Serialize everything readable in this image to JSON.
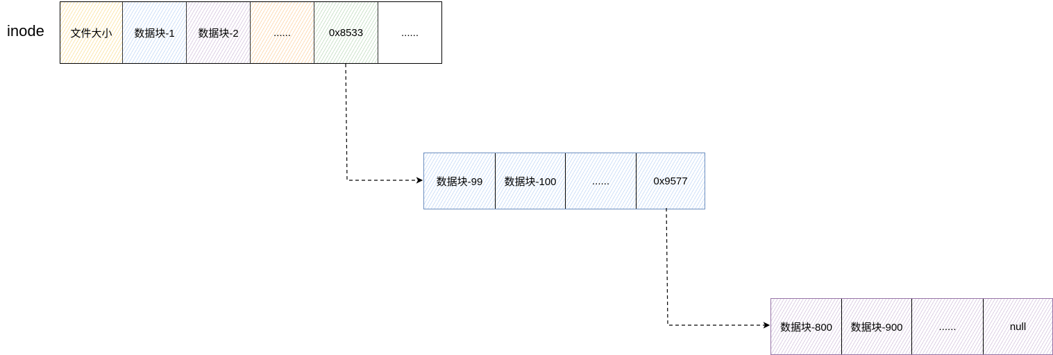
{
  "inode_label": "inode",
  "inode_row": [
    "文件大小",
    "数据块-1",
    "数据块-2",
    "......",
    "0x8533",
    "......"
  ],
  "indirect_block_1": [
    "数据块-99",
    "数据块-100",
    "......",
    "0x9577"
  ],
  "indirect_block_2": [
    "数据块-800",
    "数据块-900",
    "......",
    "null"
  ],
  "colors": {
    "blue_border": "#6c8ebf",
    "purple_border": "#9673a6"
  }
}
